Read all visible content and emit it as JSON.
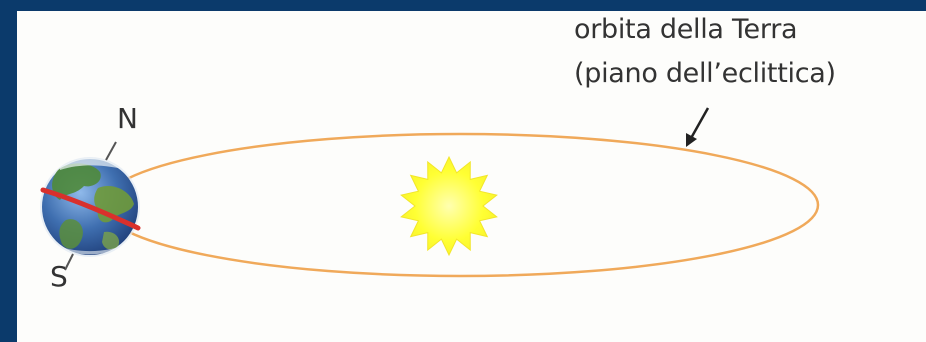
{
  "labels": {
    "orbit_line1": "orbita della Terra",
    "orbit_line2": "(piano dell’eclittica)",
    "north": "N",
    "south": "S"
  },
  "colors": {
    "border": "#0b3a6b",
    "background": "#fdfdfb",
    "orbit": "#f0a95a",
    "sun": "#ffff33",
    "equator": "#d9302c",
    "earth_ocean": "#3f6fb0",
    "earth_land": "#4f8a3a",
    "text": "#333333"
  },
  "icons": {
    "earth": "earth-globe-icon",
    "sun": "sun-icon",
    "arrow": "pointer-arrow-icon"
  }
}
